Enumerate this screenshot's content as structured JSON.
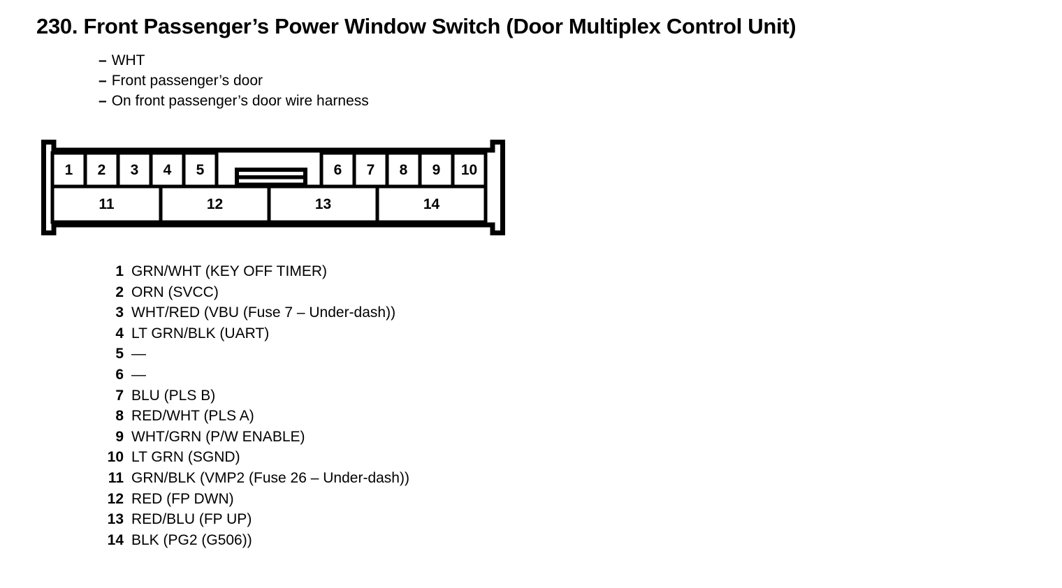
{
  "page": {
    "title": "230. Front Passenger’s Power Window Switch (Door Multiplex Control Unit)",
    "dash": "–",
    "notes": [
      "WHT",
      "Front passenger’s door",
      "On front passenger’s door wire harness"
    ]
  },
  "connector": {
    "top_row": [
      "1",
      "2",
      "3",
      "4",
      "5",
      "6",
      "7",
      "8",
      "9",
      "10"
    ],
    "bottom_row": [
      "11",
      "12",
      "13",
      "14"
    ],
    "latch_name": "center-latch"
  },
  "pins": [
    {
      "num": "1",
      "desc": "GRN/WHT (KEY OFF TIMER)"
    },
    {
      "num": "2",
      "desc": "ORN (SVCC)"
    },
    {
      "num": "3",
      "desc": "WHT/RED (VBU (Fuse 7 – Under-dash))"
    },
    {
      "num": "4",
      "desc": "LT GRN/BLK (UART)"
    },
    {
      "num": "5",
      "desc": "—"
    },
    {
      "num": "6",
      "desc": "—"
    },
    {
      "num": "7",
      "desc": "BLU (PLS B)"
    },
    {
      "num": "8",
      "desc": "RED/WHT (PLS A)"
    },
    {
      "num": "9",
      "desc": "WHT/GRN (P/W ENABLE)"
    },
    {
      "num": "10",
      "desc": "LT GRN (SGND)"
    },
    {
      "num": "11",
      "desc": "GRN/BLK (VMP2 (Fuse 26 – Under-dash))"
    },
    {
      "num": "12",
      "desc": "RED (FP DWN)"
    },
    {
      "num": "13",
      "desc": "RED/BLU (FP UP)"
    },
    {
      "num": "14",
      "desc": "BLK (PG2 (G506))"
    }
  ],
  "colors": {
    "ink": "#000000",
    "paper": "#ffffff"
  }
}
